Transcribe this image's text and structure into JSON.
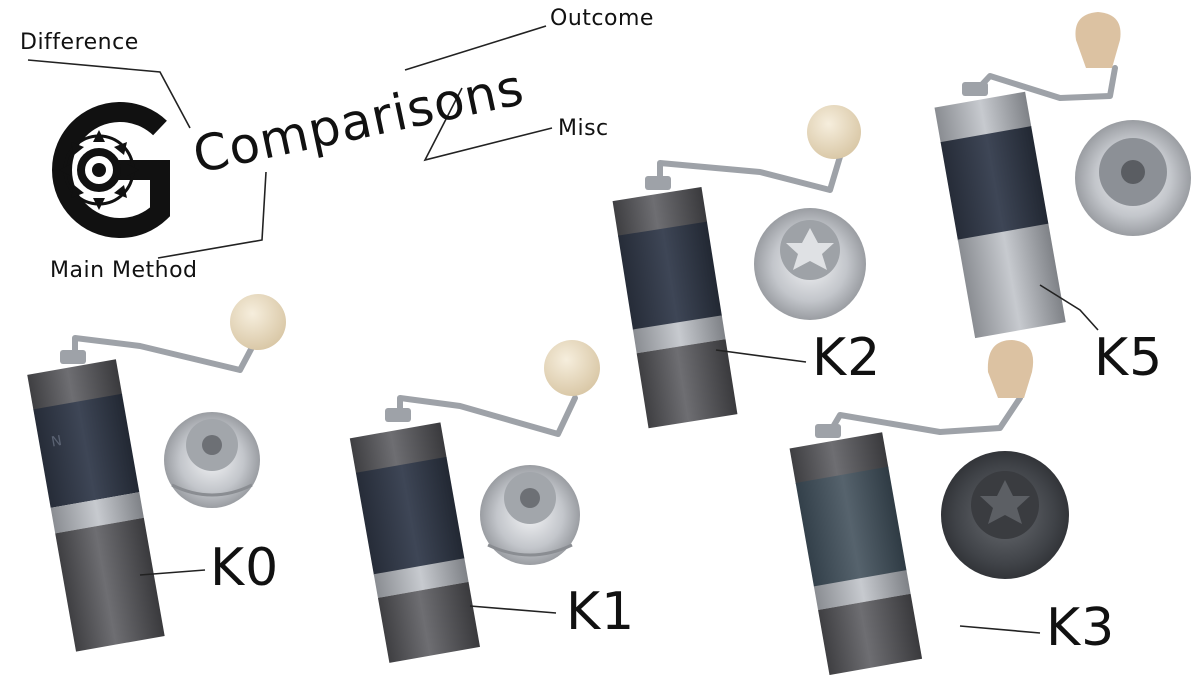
{
  "header": {
    "title": "Comparisons",
    "annotations": {
      "difference": "Difference",
      "outcome": "Outcome",
      "misc": "Misc",
      "main_method": "Main Method"
    }
  },
  "logo": {
    "icon": "gear-g-logo"
  },
  "grinders": [
    {
      "label": "K0",
      "sleeve_color": "#3a4252",
      "burr_color": "#c9cbcf"
    },
    {
      "label": "K1",
      "sleeve_color": "#3a4252",
      "burr_color": "#c9cbcf"
    },
    {
      "label": "K2",
      "sleeve_color": "#3a4252",
      "burr_color": "#c9cbcf"
    },
    {
      "label": "K3",
      "sleeve_color": "#4a5560",
      "burr_color": "#4a4d52"
    },
    {
      "label": "K5",
      "sleeve_color": "#3a4252",
      "burr_color": "#c9cbcf"
    }
  ],
  "colors": {
    "body_dark": "#5b5b5e",
    "body_light": "#a8abb0",
    "knob": "#e9dcc3",
    "knob_k5": "#dcc2a2",
    "handle": "#9ea2a8"
  }
}
